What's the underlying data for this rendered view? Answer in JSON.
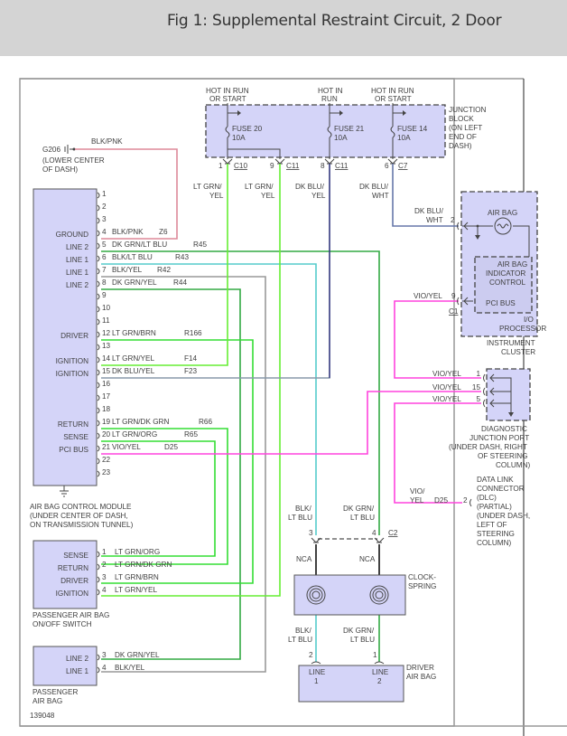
{
  "header": {
    "title": "Fig 1: Supplemental Restraint Circuit, 2 Door"
  },
  "colors": {
    "module_fill": "#d4d4f8",
    "ltgrn_yel": "#66ee33",
    "ltgrn": "#33dd33",
    "dkgrn": "#33aa44",
    "blk_ltblu": "#55cccc",
    "blk_yel": "#999999",
    "dkblu_yel": "#000066",
    "dkblu_wht": "#6677aa",
    "vio_yel": "#ff44dd",
    "blk_pnk": "#dd8899",
    "gray_wire": "#8899aa"
  },
  "junction_block": {
    "label": [
      "JUNCTION",
      "BLOCK",
      "(ON LEFT",
      "END OF",
      "DASH)"
    ],
    "sources": [
      {
        "line1": "HOT IN RUN",
        "line2": "OR START"
      },
      {
        "line1": "HOT IN",
        "line2": "RUN"
      },
      {
        "line1": "HOT IN RUN",
        "line2": "OR START"
      }
    ],
    "fuses": [
      {
        "name": "FUSE 20",
        "rating": "10A"
      },
      {
        "name": "FUSE 21",
        "rating": "10A"
      },
      {
        "name": "FUSE 14",
        "rating": "10A"
      }
    ],
    "connectors": [
      {
        "pin": "1",
        "conn": "C10"
      },
      {
        "pin": "9",
        "conn": "C11"
      },
      {
        "pin": "8",
        "conn": "C11"
      },
      {
        "pin": "6",
        "conn": "C7"
      }
    ]
  },
  "vertical_wire_labels": [
    {
      "line1": "LT GRN/",
      "line2": "YEL"
    },
    {
      "line1": "LT GRN/",
      "line2": "YEL"
    },
    {
      "line1": "DK BLU/",
      "line2": "YEL"
    },
    {
      "line1": "DK BLU/",
      "line2": "WHT"
    }
  ],
  "ground": {
    "id": "G206",
    "location": [
      "(LOWER CENTER",
      "OF DASH)"
    ],
    "wire": "BLK/PNK"
  },
  "acm": {
    "name": [
      "AIR BAG CONTROL MODULE",
      "(UNDER CENTER OF DASH,",
      "ON TRANSMISSION TUNNEL)"
    ],
    "pins": [
      {
        "n": "1",
        "func": "",
        "wire": "",
        "circuit": ""
      },
      {
        "n": "2",
        "func": "",
        "wire": "",
        "circuit": ""
      },
      {
        "n": "3",
        "func": "",
        "wire": "",
        "circuit": ""
      },
      {
        "n": "4",
        "func": "GROUND",
        "wire": "BLK/PNK",
        "circuit": "Z6"
      },
      {
        "n": "5",
        "func": "LINE 2",
        "wire": "DK GRN/LT BLU",
        "circuit": "R45"
      },
      {
        "n": "6",
        "func": "LINE 1",
        "wire": "BLK/LT BLU",
        "circuit": "R43"
      },
      {
        "n": "7",
        "func": "LINE 1",
        "wire": "BLK/YEL",
        "circuit": "R42"
      },
      {
        "n": "8",
        "func": "LINE 2",
        "wire": "DK GRN/YEL",
        "circuit": "R44"
      },
      {
        "n": "9",
        "func": "",
        "wire": "",
        "circuit": ""
      },
      {
        "n": "10",
        "func": "",
        "wire": "",
        "circuit": ""
      },
      {
        "n": "11",
        "func": "",
        "wire": "",
        "circuit": ""
      },
      {
        "n": "12",
        "func": "DRIVER",
        "wire": "LT GRN/BRN",
        "circuit": "R166"
      },
      {
        "n": "13",
        "func": "",
        "wire": "",
        "circuit": ""
      },
      {
        "n": "14",
        "func": "IGNITION",
        "wire": "LT GRN/YEL",
        "circuit": "F14"
      },
      {
        "n": "15",
        "func": "IGNITION",
        "wire": "DK BLU/YEL",
        "circuit": "F23"
      },
      {
        "n": "16",
        "func": "",
        "wire": "",
        "circuit": ""
      },
      {
        "n": "17",
        "func": "",
        "wire": "",
        "circuit": ""
      },
      {
        "n": "18",
        "func": "",
        "wire": "",
        "circuit": ""
      },
      {
        "n": "19",
        "func": "RETURN",
        "wire": "LT GRN/DK GRN",
        "circuit": "R66"
      },
      {
        "n": "20",
        "func": "SENSE",
        "wire": "LT GRN/ORG",
        "circuit": "R65"
      },
      {
        "n": "21",
        "func": "PCI BUS",
        "wire": "VIO/YEL",
        "circuit": "D25"
      },
      {
        "n": "22",
        "func": "",
        "wire": "",
        "circuit": ""
      },
      {
        "n": "23",
        "func": "",
        "wire": "",
        "circuit": ""
      }
    ]
  },
  "instrument_cluster": {
    "name": [
      "INSTRUMENT",
      "CLUSTER"
    ],
    "processor": [
      "I/O",
      "PROCESSOR"
    ],
    "lamp": "AIR BAG",
    "indicator": [
      "AIR BAG",
      "INDICATOR",
      "CONTROL"
    ],
    "pci": "PCI BUS",
    "pin2": {
      "n": "2",
      "wire": [
        "DK BLU/",
        "WHT"
      ]
    },
    "pin9": {
      "n": "9",
      "wire": "VIO/YEL",
      "conn": "C1"
    }
  },
  "diagnostic_port": {
    "name": [
      "DIAGNOSTIC",
      "JUNCTION PORT",
      "(UNDER DASH, RIGHT",
      "OF STEERING",
      "COLUMN)"
    ],
    "pins": [
      {
        "n": "1",
        "wire": "VIO/YEL"
      },
      {
        "n": "15",
        "wire": "VIO/YEL"
      },
      {
        "n": "5",
        "wire": "VIO/YEL"
      }
    ]
  },
  "dlc": {
    "name": [
      "DATA LINK",
      "CONNECTOR",
      "(DLC)",
      "(PARTIAL)",
      "(UNDER DASH,",
      "LEFT OF",
      "STEERING",
      "COLUMN)"
    ],
    "wire": [
      "VIO/",
      "YEL"
    ],
    "circuit": "D25",
    "pin": "2"
  },
  "clockspring": {
    "name": [
      "CLOCK-",
      "SPRING"
    ],
    "top_wires": [
      {
        "line1": "BLK/",
        "line2": "LT BLU",
        "pin": "3"
      },
      {
        "line1": "DK GRN/",
        "line2": "LT BLU",
        "pin": "4"
      }
    ],
    "conn": "C2",
    "nca": "NCA",
    "bottom_wires": [
      {
        "line1": "BLK/",
        "line2": "LT BLU",
        "pin": "2"
      },
      {
        "line1": "DK GRN/",
        "line2": "LT BLU",
        "pin": "1"
      }
    ]
  },
  "driver_airbag": {
    "name": [
      "DRIVER",
      "AIR BAG"
    ],
    "lines": [
      {
        "a": "LINE",
        "b": "1"
      },
      {
        "a": "LINE",
        "b": "2"
      }
    ]
  },
  "pab_switch": {
    "name": [
      "PASSENGER AIR BAG",
      "ON/OFF SWITCH"
    ],
    "pins": [
      {
        "n": "1",
        "func": "SENSE",
        "wire": "LT GRN/ORG"
      },
      {
        "n": "2",
        "func": "RETURN",
        "wire": "LT GRN/DK GRN"
      },
      {
        "n": "3",
        "func": "DRIVER",
        "wire": "LT GRN/BRN"
      },
      {
        "n": "4",
        "func": "IGNITION",
        "wire": "LT GRN/YEL"
      }
    ]
  },
  "pass_airbag": {
    "name": [
      "PASSENGER",
      "AIR BAG"
    ],
    "pins": [
      {
        "n": "3",
        "func": "LINE 2",
        "wire": "DK GRN/YEL"
      },
      {
        "n": "4",
        "func": "LINE 1",
        "wire": "BLK/YEL"
      }
    ]
  },
  "figure_id": "139048"
}
